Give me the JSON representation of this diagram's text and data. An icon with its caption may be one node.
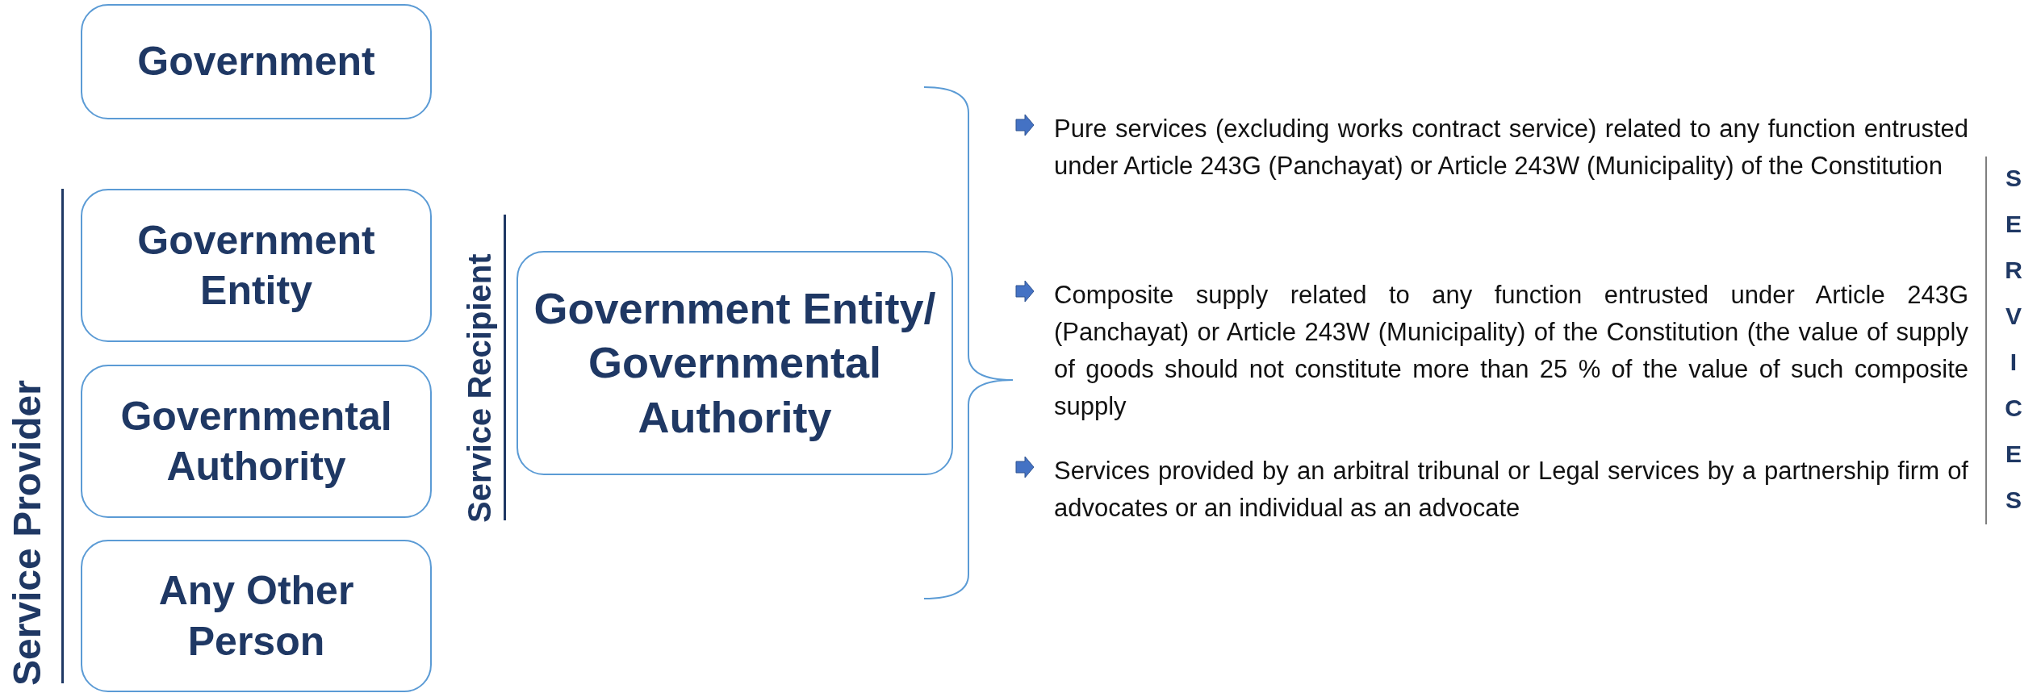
{
  "diagram": {
    "nodes": [
      {
        "text": [
          "Government"
        ]
      },
      {
        "text": [
          "Government Entity"
        ]
      },
      {
        "text": [
          "Governmental Authority"
        ]
      },
      {
        "text": [
          "Any Other Person"
        ]
      },
      {
        "text": [
          "Government Entity/ Governmental Authority"
        ]
      }
    ],
    "labels": [
      "Service Provider",
      "Service Recipient",
      "Pure services (excluding works contract service) related to any function entrusted under Article 243G (Panchayat) or Article 243W (Municipality) of the Constitution",
      "Composite supply related to any function entrusted under Article 243G (Panchayat) or Article 243W (Municipality) of the Constitution (the value of supply of goods should not constitute more than 25 % of the value of such composite supply",
      "Services provided by an arbitral tribunal or Legal services by a partnership firm of advocates or an individual as an advocate",
      "SERVICES"
    ]
  }
}
